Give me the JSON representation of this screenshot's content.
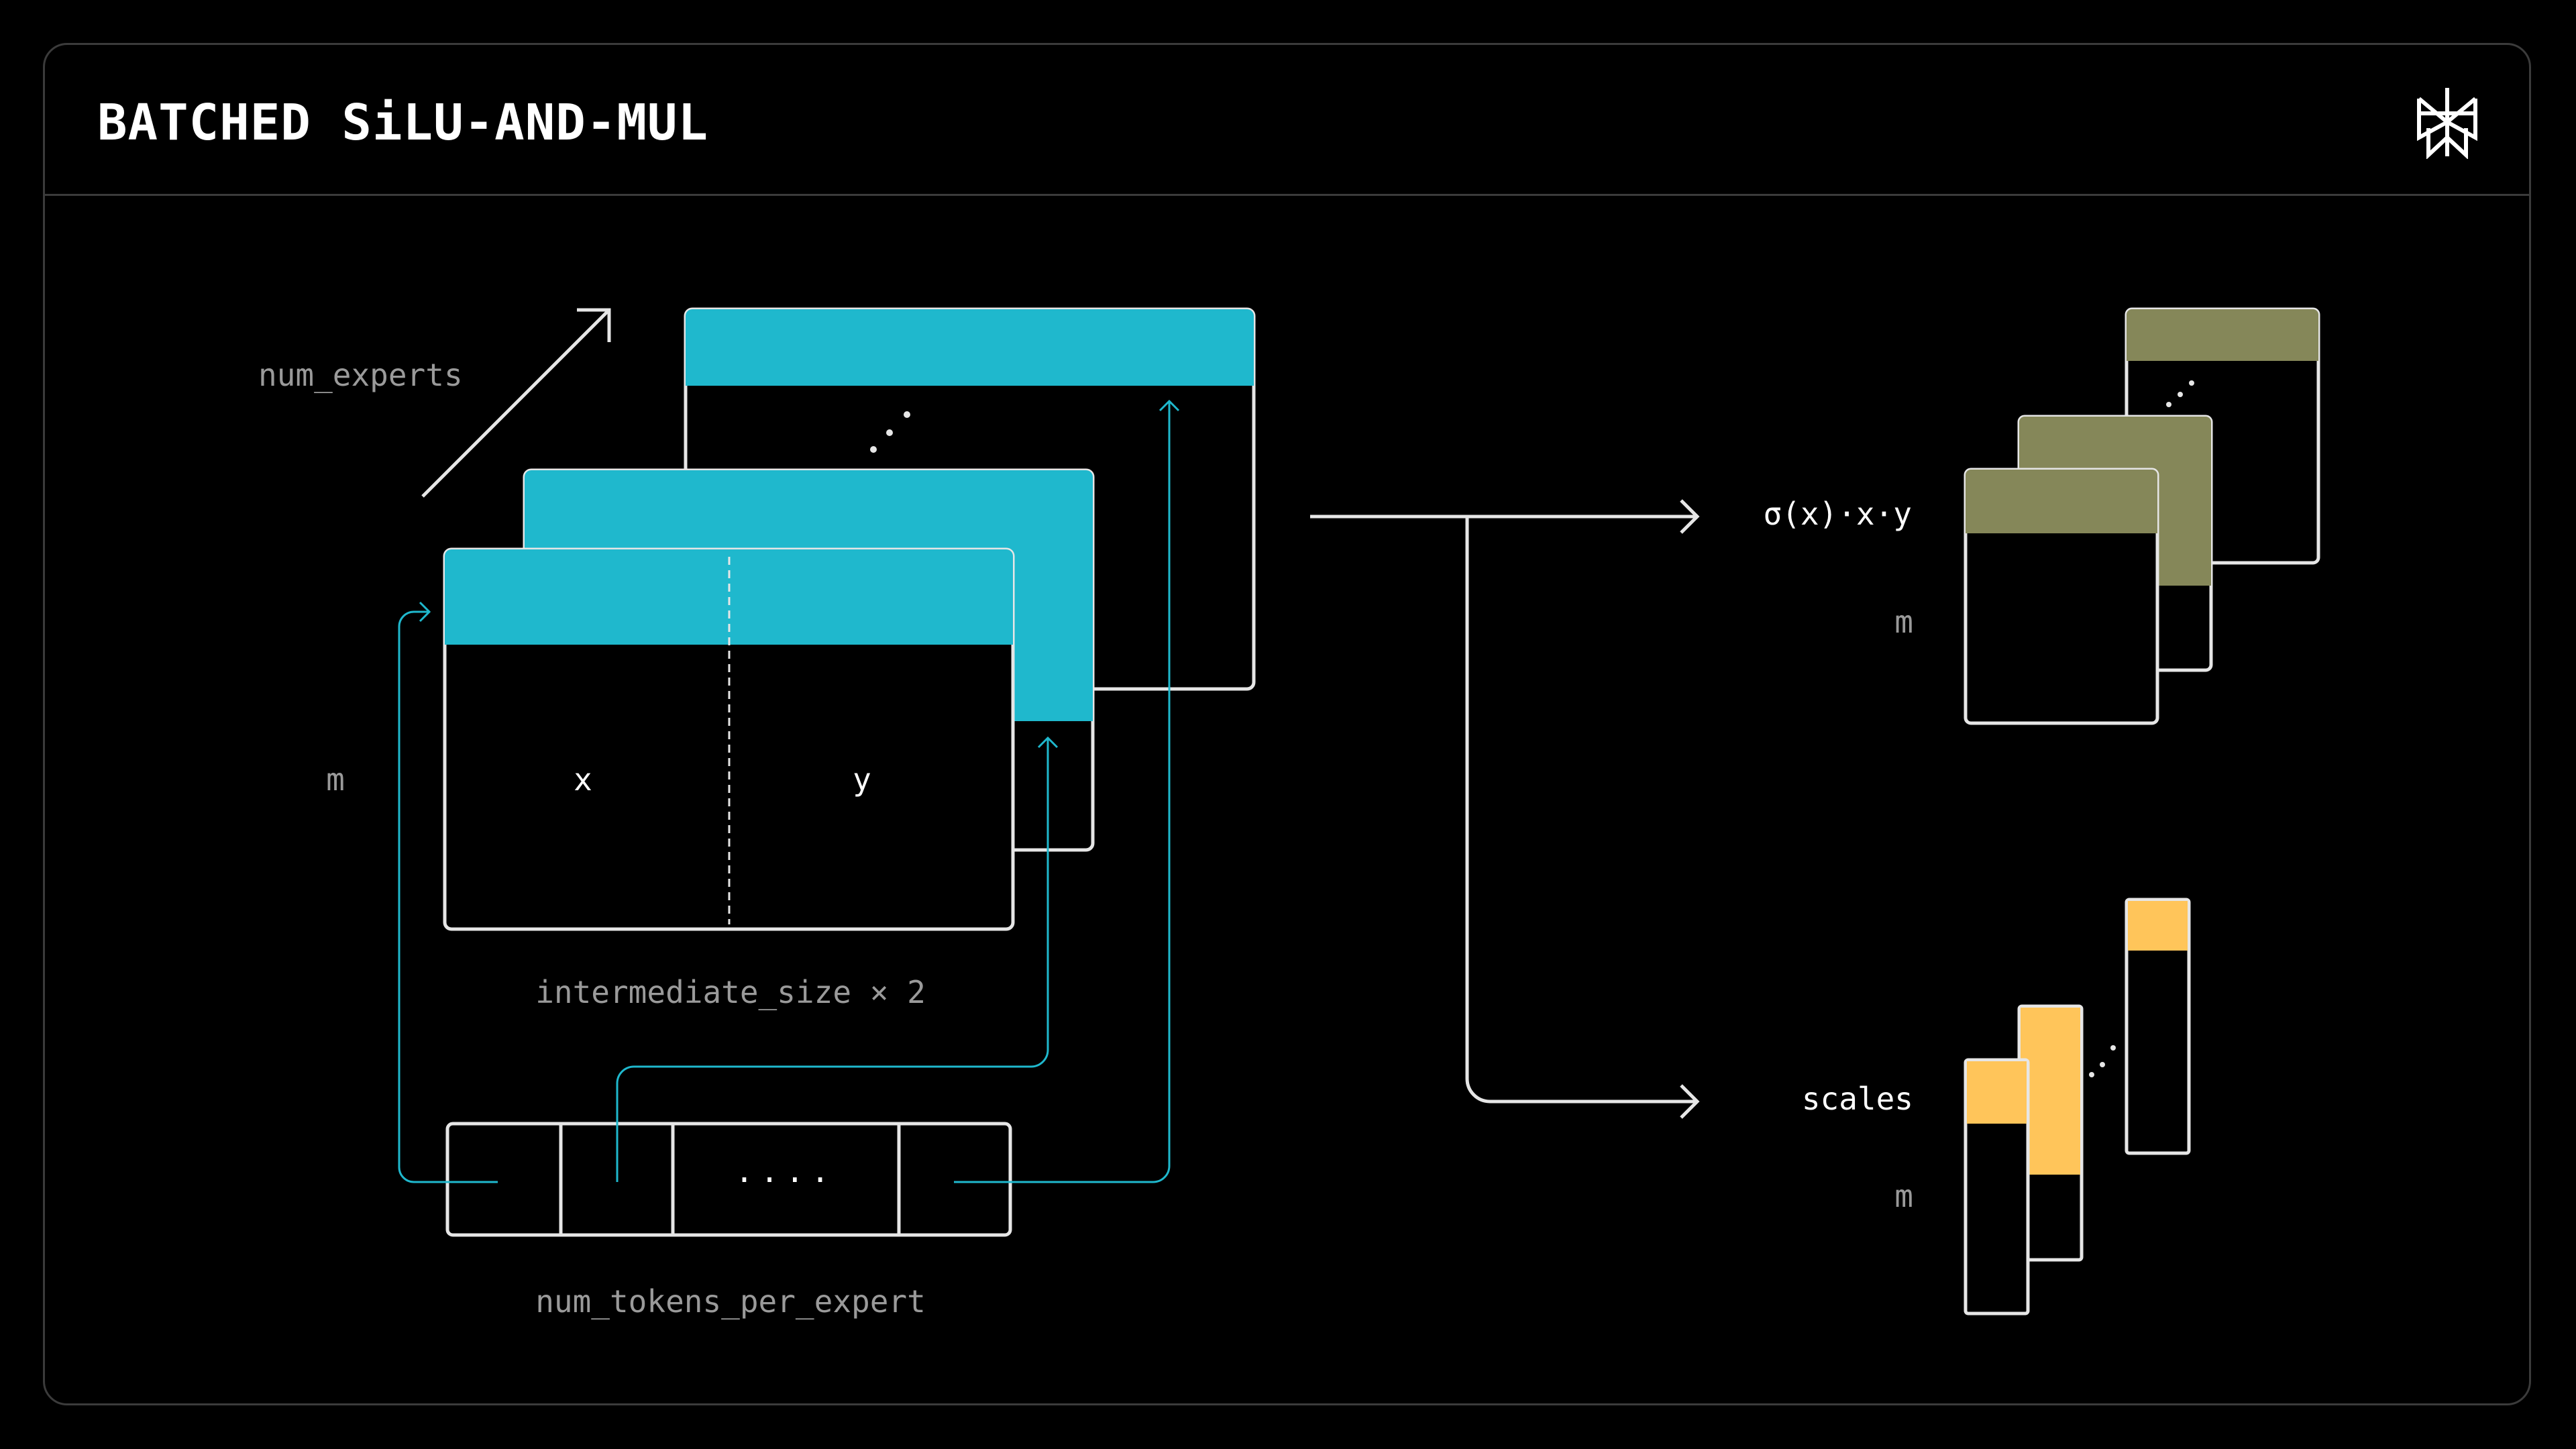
{
  "title": "BATCHED SiLU-AND-MUL",
  "input": {
    "num_experts_label": "num_experts",
    "m_label": "m",
    "x_label": "x",
    "y_label": "y",
    "size_label": "intermediate_size × 2",
    "tokens_label": "num_tokens_per_expert",
    "dots": "....",
    "ellipsis": "⋰"
  },
  "output": {
    "formula": "σ(x)·x·y",
    "m_label_top": "m",
    "scales_label": "scales",
    "m_label_bottom": "m"
  },
  "colors": {
    "background": "#000000",
    "input_header": "#1fb8cd",
    "output_header": "#858759",
    "scales_fill": "#ffc55a",
    "outline": "#e6e6e6",
    "connector": "#1fb8cd",
    "frame": "#3b3b3b"
  },
  "icons": {
    "logo": "perplexity-logo-icon",
    "arrows": "arrow-right-icon"
  }
}
